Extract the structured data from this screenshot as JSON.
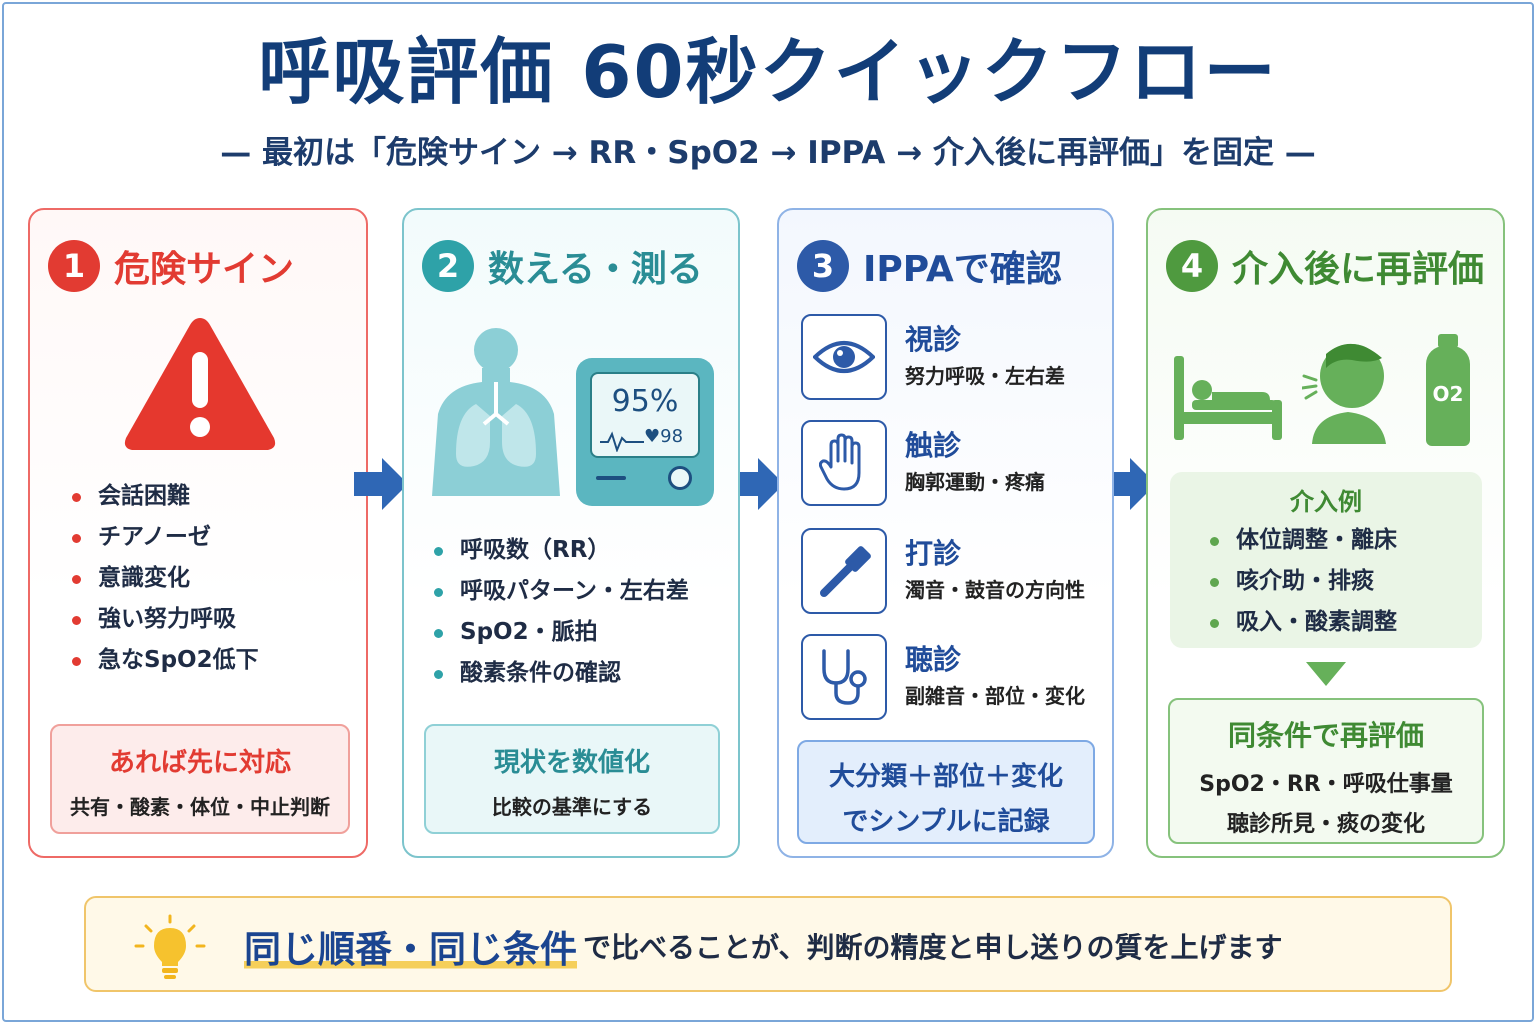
{
  "title": "呼吸評価 60秒クイックフロー",
  "subtitle": "— 最初は「危険サイン → RR・SpO2 → IPPA → 介入後に再評価」を固定 —",
  "colors": {
    "red": "#e23b32",
    "teal": "#2ea2a8",
    "blue": "#2d5aa8",
    "green": "#5fa64f",
    "navy": "#123d78"
  },
  "steps": [
    {
      "number": "1",
      "title": "危険サイン",
      "icon": "warning-triangle-icon",
      "items": [
        "会話困難",
        "チアノーゼ",
        "意識変化",
        "強い努力呼吸",
        "急なSpO2低下"
      ],
      "box_title": "あれば先に対応",
      "box_sub": "共有・酸素・体位・中止判断"
    },
    {
      "number": "2",
      "title": "数える・測る",
      "icon": "lungs-and-monitor-icon",
      "monitor": {
        "spo2": "95%",
        "pulse": "98"
      },
      "items": [
        "呼吸数（RR）",
        "呼吸パターン・左右差",
        "SpO2・脈拍",
        "酸素条件の確認"
      ],
      "box_title": "現状を数値化",
      "box_sub": "比較の基準にする"
    },
    {
      "number": "3",
      "title": "IPPAで確認",
      "ippa": [
        {
          "title": "視診",
          "sub": "努力呼吸・左右差",
          "icon": "eye-icon"
        },
        {
          "title": "触診",
          "sub": "胸郭運動・疼痛",
          "icon": "hand-icon"
        },
        {
          "title": "打診",
          "sub": "濁音・鼓音の方向性",
          "icon": "hammer-icon"
        },
        {
          "title": "聴診",
          "sub": "副雑音・部位・変化",
          "icon": "stethoscope-icon"
        }
      ],
      "box_line1": "大分類＋部位＋変化",
      "box_line2": "でシンプルに記録"
    },
    {
      "number": "4",
      "title": "介入後に再評価",
      "icons": [
        "bed-icon",
        "cough-icon",
        "oxygen-tank-icon"
      ],
      "oxygen_label": "O2",
      "example_title": "介入例",
      "items": [
        "体位調整・離床",
        "咳介助・排痰",
        "吸入・酸素調整"
      ],
      "box_title": "同条件で再評価",
      "box_line1": "SpO2・RR・呼吸仕事量",
      "box_line2": "聴診所見・痰の変化"
    }
  ],
  "tip": {
    "emphasis": "同じ順番・同じ条件",
    "rest": "で比べることが、判断の精度と申し送りの質を上げます",
    "icon": "lightbulb-icon"
  }
}
